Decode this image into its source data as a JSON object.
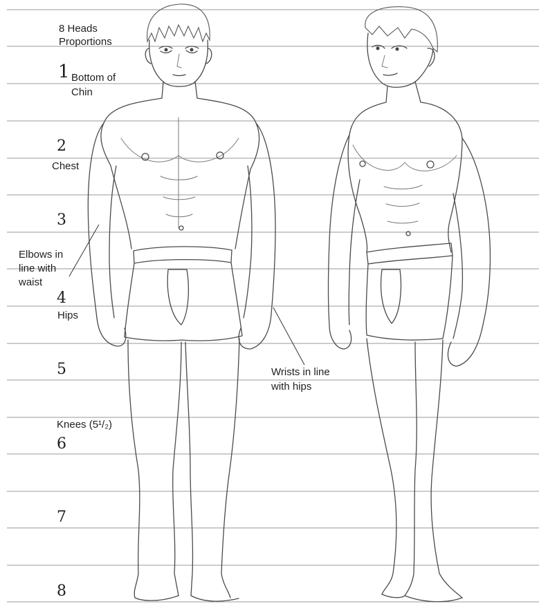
{
  "title": "8 Heads Proportions",
  "labels": {
    "title_line1": "8 Heads",
    "title_line2": "Proportions",
    "num1": "1",
    "chin_line1": "Bottom of",
    "chin_line2": "Chin",
    "num2": "2",
    "chest": "Chest",
    "num3": "3",
    "elbows_line1": "Elbows in",
    "elbows_line2": "line with",
    "elbows_line3": "waist",
    "num4": "4",
    "hips": "Hips",
    "num5": "5",
    "wrists_line1": "Wrists in line",
    "wrists_line2": "with hips",
    "knees": "Knees (5¹/₂)",
    "num6": "6",
    "num7": "7",
    "num8": "8"
  },
  "colors": {
    "guide_line": "#9a9a9a",
    "pencil": "#4a4a4a",
    "text": "#1e1e1e"
  }
}
